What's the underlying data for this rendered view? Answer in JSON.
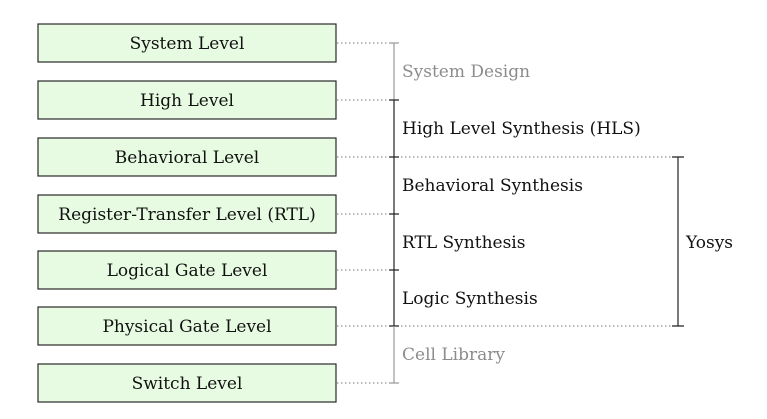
{
  "levels": [
    "System Level",
    "High Level",
    "Behavioral Level",
    "Register-Transfer Level (RTL)",
    "Logical Gate Level",
    "Physical Gate Level",
    "Switch Level"
  ],
  "stages": [
    "System Design",
    "High Level Synthesis (HLS)",
    "Behavioral Synthesis",
    "RTL Synthesis",
    "Logic Synthesis",
    "Cell Library"
  ],
  "yosys_label": "Yosys",
  "colors": {
    "box_fill": "#e6fbe1",
    "box_stroke": "#2a2a2a",
    "active_text": "#111111",
    "muted_text": "#8c8c8c"
  }
}
